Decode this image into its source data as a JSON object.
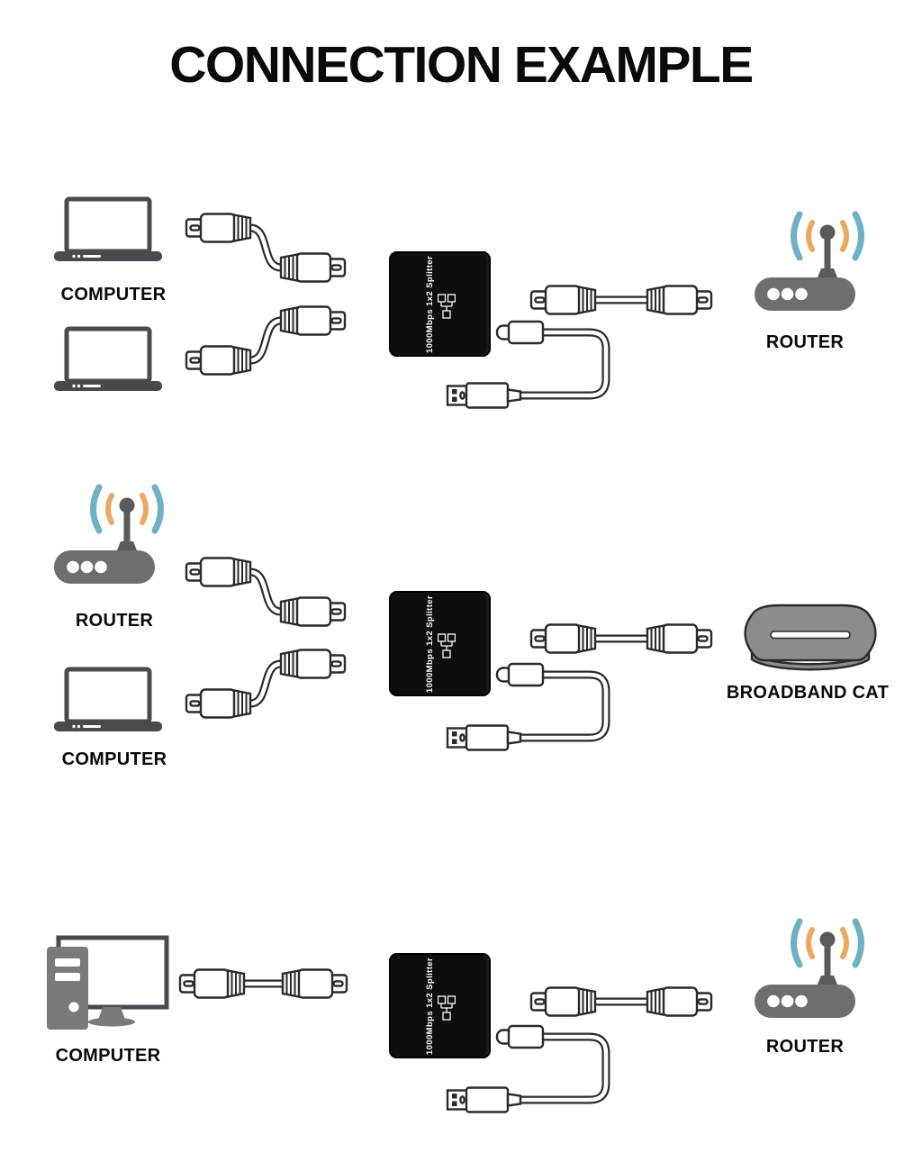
{
  "title": "CONNECTION EXAMPLE",
  "rows": [
    {
      "name": "two-computers-to-router",
      "left_label": "COMPUTER",
      "right_label": "ROUTER",
      "splitter_label": "1000Mbps 1x2 Splitter",
      "left_devices": [
        "laptop",
        "laptop"
      ],
      "right_device": "wifi-router",
      "cables": [
        "ethernet-patch-cable",
        "ethernet-patch-cable",
        "ethernet-patch-cable",
        "usb-a-to-usb-c-power-cable"
      ]
    },
    {
      "name": "router-and-computer-to-broadband-cat",
      "left_top_label": "ROUTER",
      "left_bottom_label": "COMPUTER",
      "right_label": "BROADBAND CAT",
      "splitter_label": "1000Mbps 1x2 Splitter",
      "left_devices": [
        "wifi-router",
        "laptop"
      ],
      "right_device": "broadband-modem",
      "cables": [
        "ethernet-patch-cable",
        "ethernet-patch-cable",
        "ethernet-patch-cable",
        "usb-a-to-usb-c-power-cable"
      ]
    },
    {
      "name": "desktop-computer-to-router",
      "left_label": "COMPUTER",
      "right_label": "ROUTER",
      "splitter_label": "1000Mbps 1x2 Splitter",
      "left_devices": [
        "desktop-computer"
      ],
      "right_device": "wifi-router",
      "cables": [
        "ethernet-patch-cable",
        "ethernet-patch-cable",
        "usb-a-to-usb-c-power-cable"
      ]
    }
  ],
  "colors": {
    "outline": "#2a2a2a",
    "dark_gray": "#4a4a4e",
    "device_gray": "#6e6e6e",
    "antenna_gray": "#5a5a5a",
    "tower_gray": "#7a7a7a",
    "modem_gray": "#8c8c8c",
    "splitter_bg": "#0e0e0e",
    "wifi_inner": "#EAA95F",
    "wifi_outer": "#6FB0C4"
  }
}
